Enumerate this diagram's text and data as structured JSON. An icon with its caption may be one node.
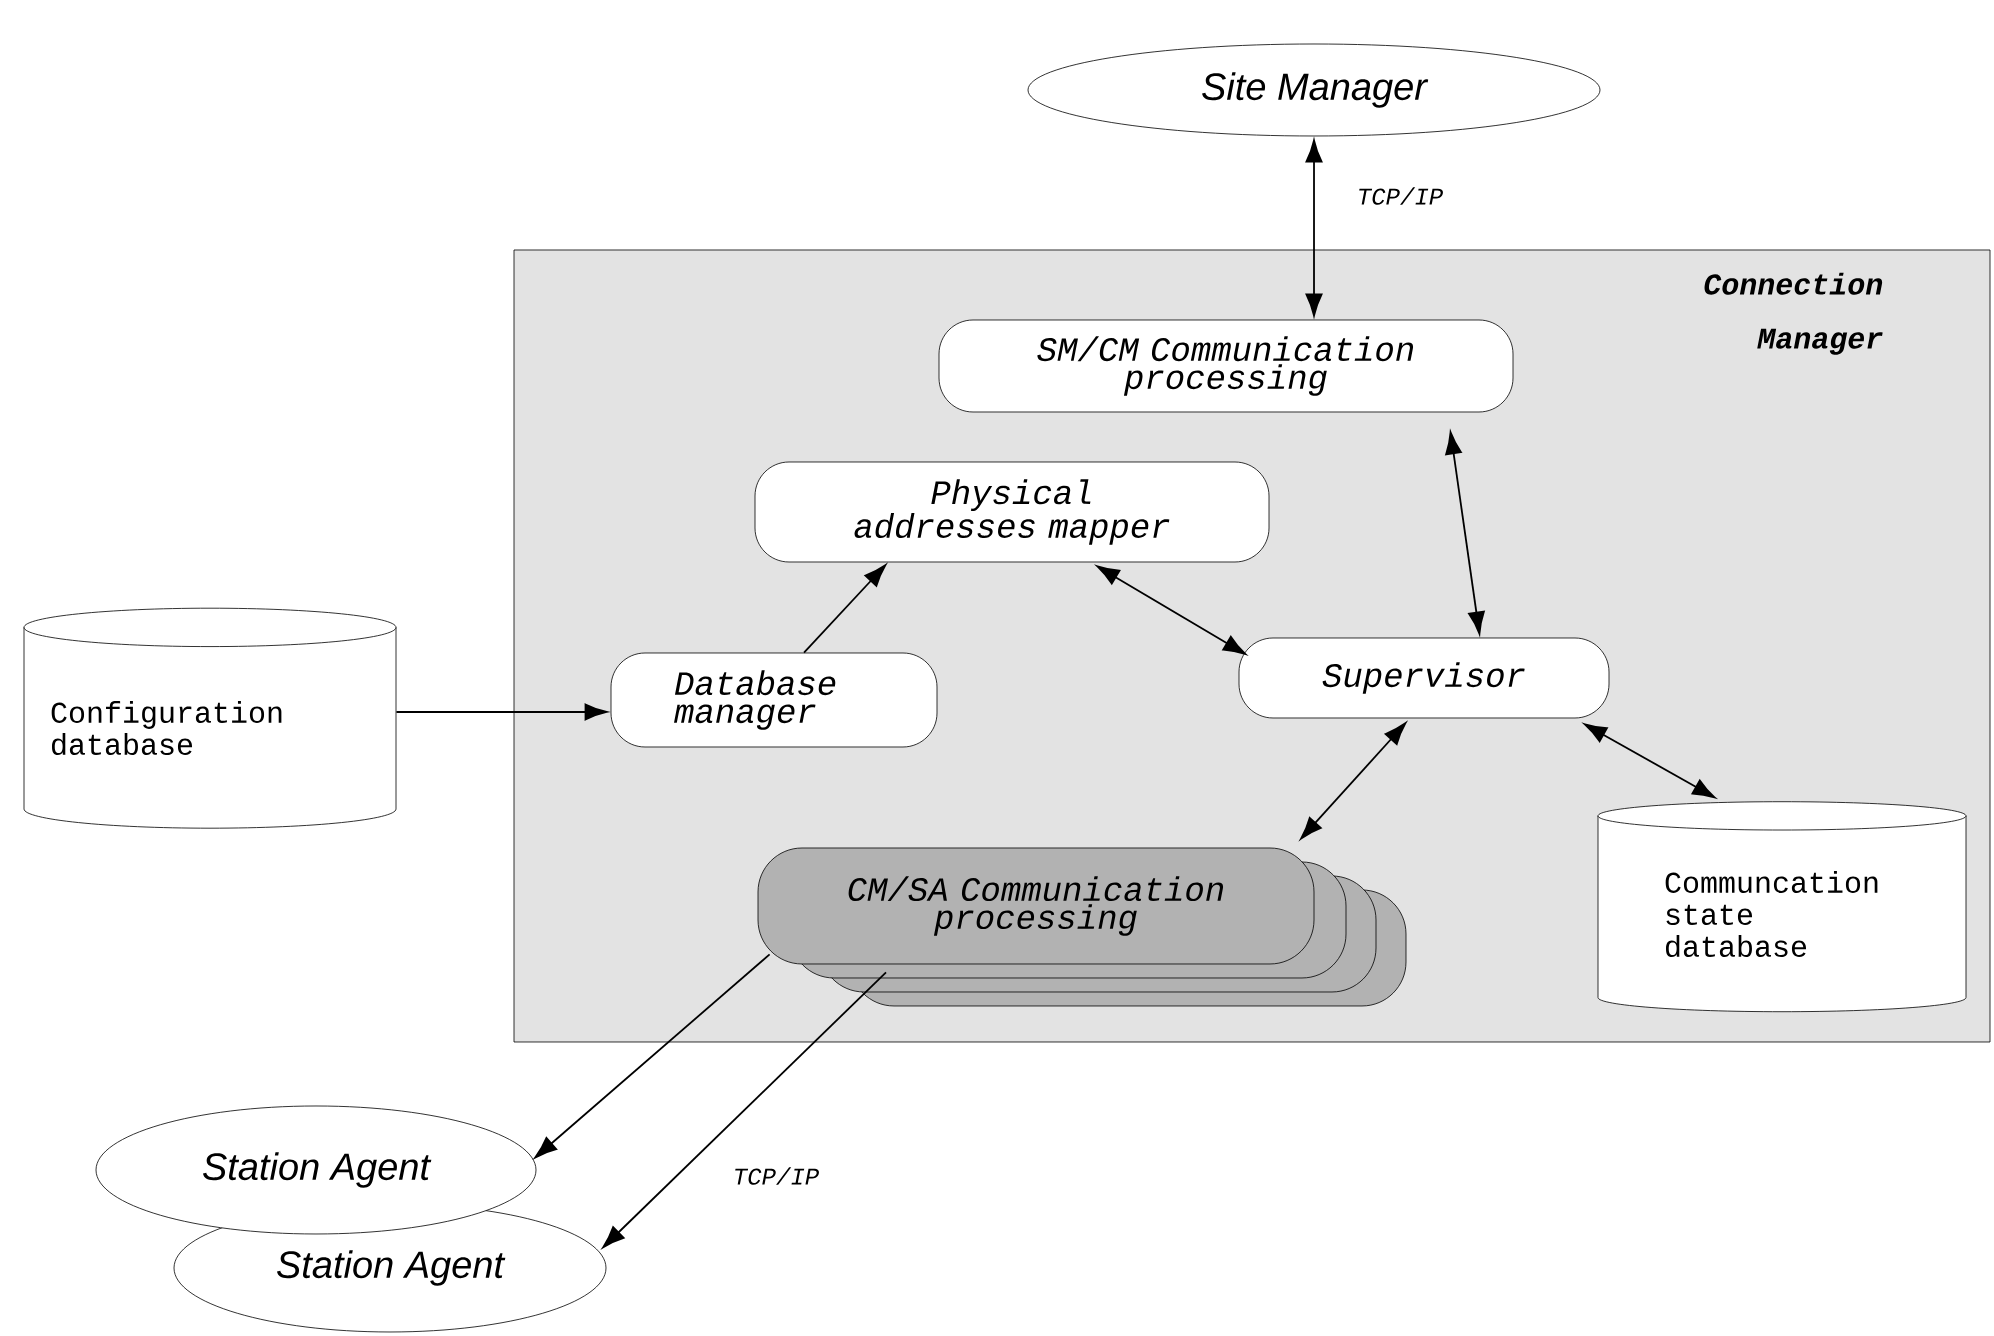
{
  "diagram": {
    "nodes": [
      {
        "text": [
          "Site Manager"
        ]
      },
      {
        "text": [
          "Connection Manager"
        ]
      },
      {
        "text": [
          "SM/CM Communication processing"
        ],
        "in": 1
      },
      {
        "text": [
          "Physical addresses mapper"
        ],
        "in": 1
      },
      {
        "text": [
          "Database manager"
        ],
        "in": 1
      },
      {
        "text": [
          "Supervisor"
        ],
        "in": 1
      },
      {
        "text": [
          "Communcation state database"
        ],
        "in": 1
      },
      {
        "text": [
          "CM/SA Communication processing"
        ],
        "in": 1
      },
      {
        "text": [
          "Configuration database"
        ]
      },
      {
        "text": [
          "Station Agent"
        ]
      },
      {
        "text": [
          "Station Agent"
        ]
      }
    ],
    "edges": [
      {
        "from": 0,
        "to": 2,
        "arrow": "both",
        "label": "TCP/IP"
      },
      {
        "from": 2,
        "to": 5,
        "arrow": "both"
      },
      {
        "from": 4,
        "to": 3,
        "arrow": "to"
      },
      {
        "from": 3,
        "to": 5,
        "arrow": "both"
      },
      {
        "from": 8,
        "to": 4,
        "arrow": "to"
      },
      {
        "from": 5,
        "to": 7,
        "arrow": "both"
      },
      {
        "from": 5,
        "to": 6,
        "arrow": "both"
      },
      {
        "from": 7,
        "to": 9,
        "arrow": "to"
      },
      {
        "from": 7,
        "to": 10,
        "arrow": "to",
        "label": "TCP/IP"
      }
    ]
  }
}
